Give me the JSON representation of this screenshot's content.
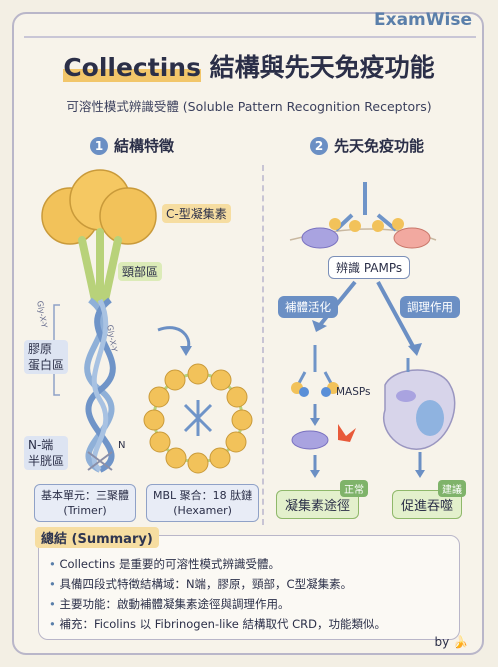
{
  "brand": "ExamWise",
  "title": {
    "highlight": "Collectins",
    "rest": " 結構與先天免疫功能"
  },
  "subtitle": "可溶性模式辨識受體 (Soluble Pattern Recognition Receptors)",
  "sections": [
    {
      "num": "1",
      "label": "結構特徵"
    },
    {
      "num": "2",
      "label": "先天免疫功能"
    }
  ],
  "structure": {
    "crd_label": "C-型凝集素",
    "neck_label": "頸部區",
    "collagen_label": "膠原\n蛋白區",
    "nterm_label": "N-端\n半胱區",
    "strand_label": "Gly-X-Y",
    "nterm_letter": "N",
    "unit_box": "基本單元：三聚體\n(Trimer)",
    "mbl_box": "MBL 聚合：18 肽鏈\n(Hexamer)"
  },
  "function": {
    "pamps_label": "辨識 PAMPs",
    "complement_label": "補體活化",
    "opsonize_label": "調理作用",
    "masps_label": "MASPs",
    "agg_result": "凝集素途徑",
    "agg_tag": "正常",
    "phago_result": "促進吞噬",
    "phago_tag": "建議"
  },
  "summary": {
    "title": "總結 (Summary)",
    "items": [
      "Collectins 是重要的可溶性模式辨識受體。",
      "具備四段式特徵結構域：N端，膠原，頸部，C型凝集素。",
      "主要功能：啟動補體凝集素途徑與調理作用。",
      "補充：Ficolins 以 Fibrinogen-like 結構取代 CRD，功能類似。"
    ]
  },
  "signature": "by",
  "colors": {
    "accent": "#6b8fc4",
    "yellow": "#f2c66a",
    "green": "#8fb86a"
  }
}
